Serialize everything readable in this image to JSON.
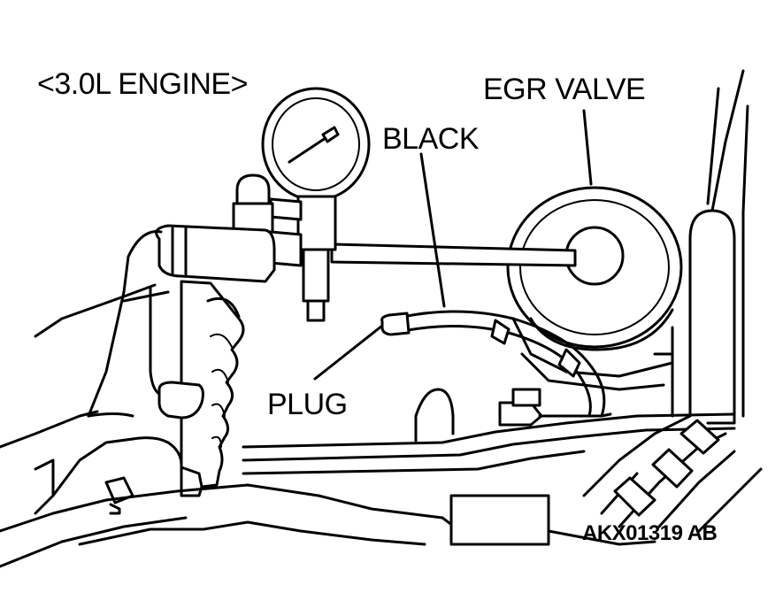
{
  "labels": {
    "engine": "<3.0L ENGINE>",
    "egr_valve": "EGR VALVE",
    "black": "BLACK",
    "plug": "PLUG",
    "figure_code": "AKX01319 AB"
  }
}
